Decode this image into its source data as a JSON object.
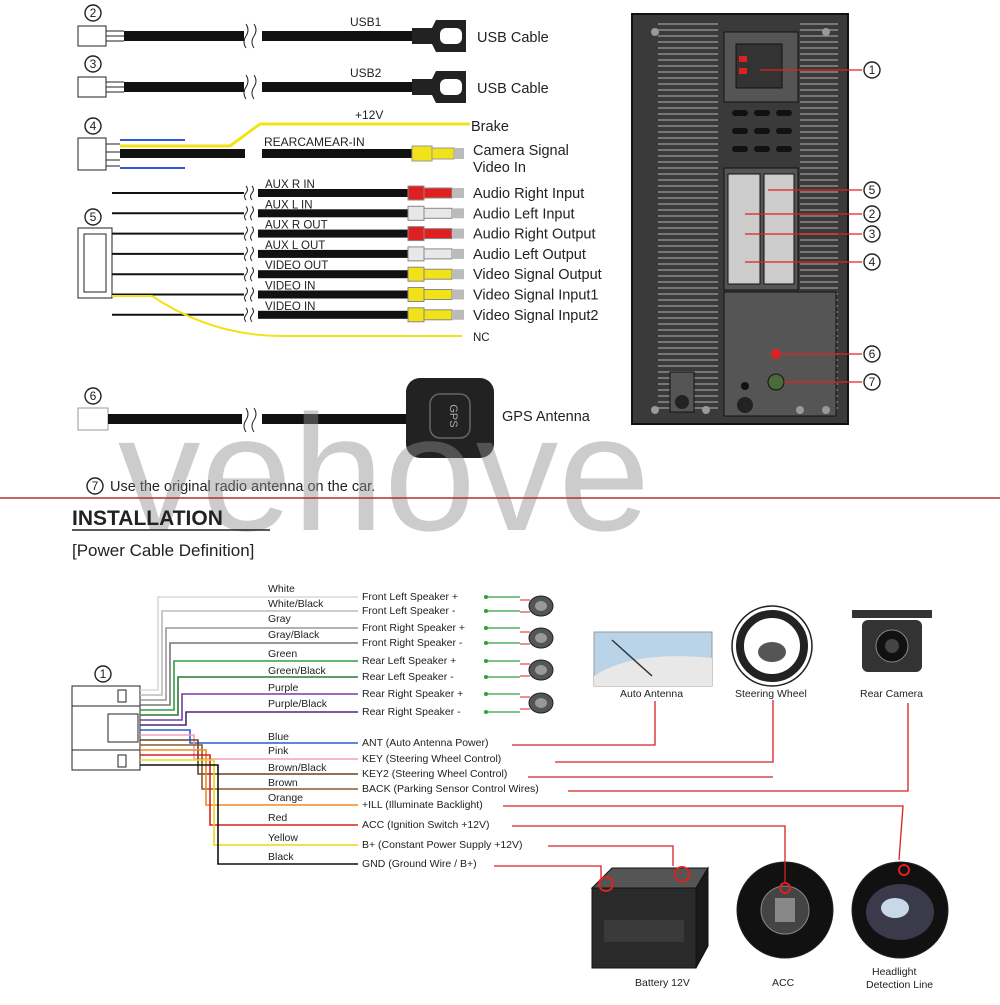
{
  "top": {
    "connectors": {
      "usb1": {
        "num": "2",
        "wire_label": "USB1",
        "desc": "USB Cable"
      },
      "usb2": {
        "num": "3",
        "wire_label": "USB2",
        "desc": "USB Cable"
      },
      "cam": {
        "num": "4",
        "wire_plus12": "+12V",
        "brake": "Brake",
        "wire_label": "REARCAMEAR-IN",
        "desc1": "Camera Signal",
        "desc2": "Video In"
      },
      "av": {
        "num": "5",
        "rows": [
          {
            "wire": "AUX R IN",
            "desc": "Audio Right Input",
            "color": "#e02020"
          },
          {
            "wire": "AUX L IN",
            "desc": "Audio Left Input",
            "color": "#e8e8e8"
          },
          {
            "wire": "AUX R OUT",
            "desc": "Audio Right Output",
            "color": "#e02020"
          },
          {
            "wire": "AUX L OUT",
            "desc": "Audio Left Output",
            "color": "#e8e8e8"
          },
          {
            "wire": "VIDEO OUT",
            "desc": "Video Signal Output",
            "color": "#f2e21a"
          },
          {
            "wire": "VIDEO IN",
            "desc": "Video Signal Input1",
            "color": "#f2e21a"
          },
          {
            "wire": "VIDEO IN",
            "desc": "Video Signal Input2",
            "color": "#f2e21a"
          }
        ],
        "nc": "NC"
      },
      "gps": {
        "num": "6",
        "box_label": "GPS",
        "desc": "GPS Antenna"
      },
      "note": {
        "num": "7",
        "text": "Use the original radio antenna on the car."
      }
    },
    "panel_numbers": [
      "1",
      "5",
      "2",
      "3",
      "4",
      "6",
      "7"
    ]
  },
  "watermark": "vehove",
  "installation": {
    "title": "INSTALLATION",
    "subtitle": "[Power Cable Definition]"
  },
  "power": {
    "connector_num": "1",
    "wires": [
      {
        "color": "White",
        "desc": "Front Left Speaker +",
        "hex": "#d8d8d8"
      },
      {
        "color": "White/Black",
        "desc": "Front Left Speaker -",
        "hex": "#bbbbbb"
      },
      {
        "color": "Gray",
        "desc": "Front Right Speaker +",
        "hex": "#999999"
      },
      {
        "color": "Gray/Black",
        "desc": "Front Right Speaker -",
        "hex": "#777777"
      },
      {
        "color": "Green",
        "desc": "Rear Left Speaker +",
        "hex": "#2fa040"
      },
      {
        "color": "Green/Black",
        "desc": "Rear Left Speaker -",
        "hex": "#2a7a35"
      },
      {
        "color": "Purple",
        "desc": "Rear Right Speaker +",
        "hex": "#7a3aa8"
      },
      {
        "color": "Purple/Black",
        "desc": "Rear Right Speaker -",
        "hex": "#4a2a70"
      },
      {
        "color": "Blue",
        "desc": "ANT (Auto  Antenna Power)",
        "hex": "#2a5ad8"
      },
      {
        "color": "Pink",
        "desc": "KEY (Steering Wheel Control)",
        "hex": "#f0a0c0"
      },
      {
        "color": "Brown/Black",
        "desc": "KEY2 (Steering Wheel Control)",
        "hex": "#6a4020"
      },
      {
        "color": "Brown",
        "desc": "BACK (Parking Sensor Control Wires)",
        "hex": "#8a5a2a"
      },
      {
        "color": "Orange",
        "desc": "+ILL (Illuminate Backlight)",
        "hex": "#f08a20"
      },
      {
        "color": "Red",
        "desc": "ACC (Ignition Switch +12V)",
        "hex": "#d82020"
      },
      {
        "color": "Yellow",
        "desc": "B+ (Constant Power Supply +12V)",
        "hex": "#e8d818"
      },
      {
        "color": "Black",
        "desc": "GND (Ground Wire / B+)",
        "hex": "#111111"
      }
    ],
    "devices": {
      "auto_antenna": "Auto Antenna",
      "steering_wheel": "Steering Wheel",
      "rear_camera": "Rear Camera",
      "battery": "Battery 12V",
      "acc": "ACC",
      "headlight1": "Headlight",
      "headlight2": "Detection Line"
    }
  },
  "colors": {
    "accent": "#d82020",
    "divider": "#b03030"
  }
}
